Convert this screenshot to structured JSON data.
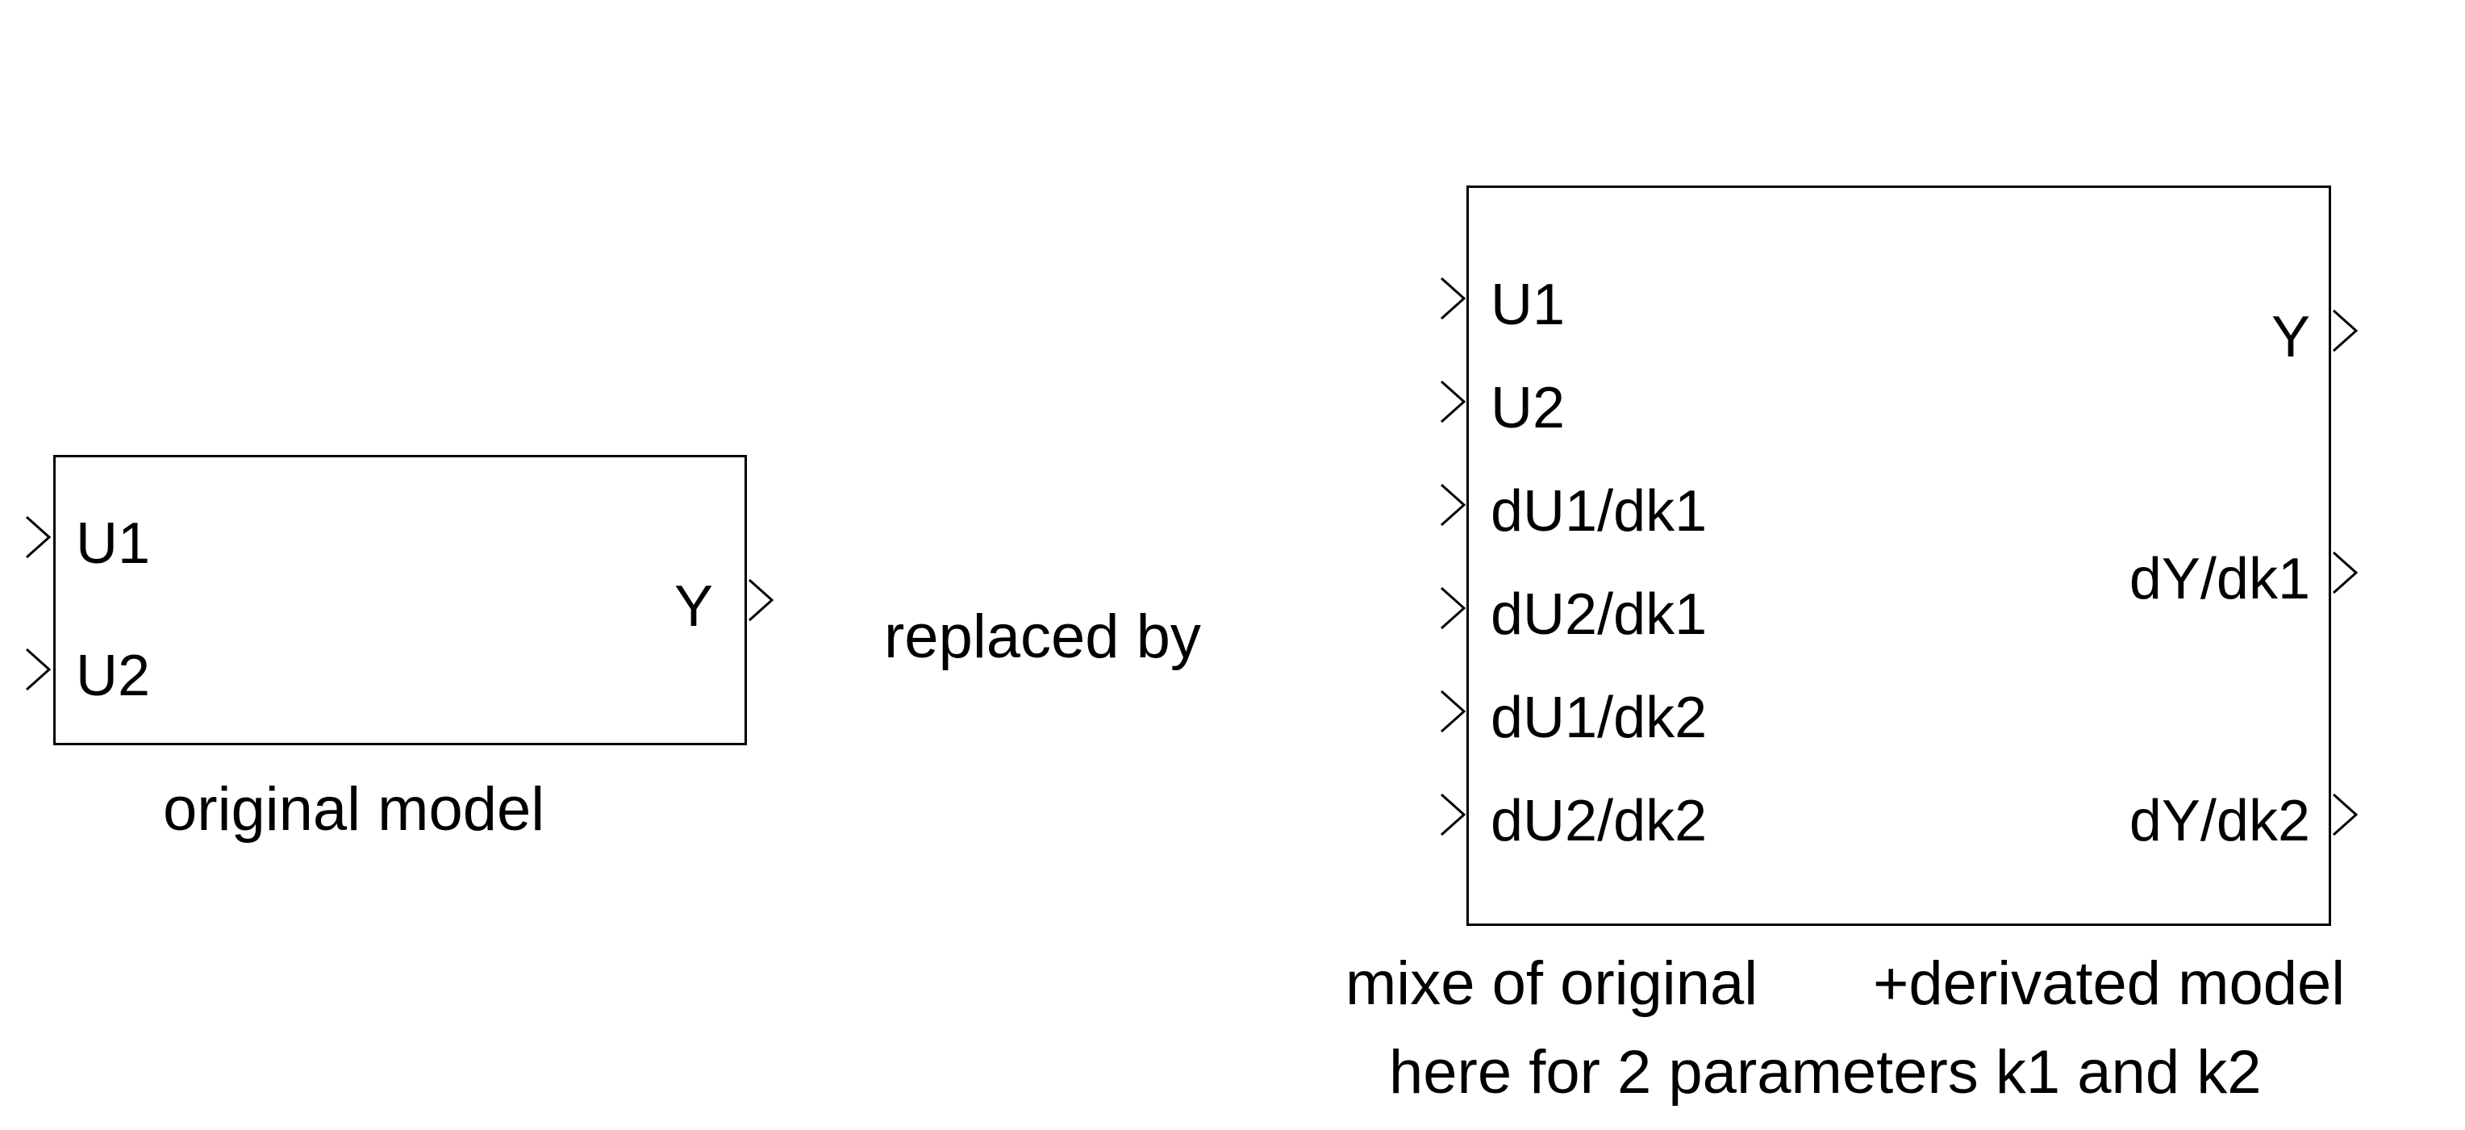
{
  "original_model": {
    "inputs": [
      "U1",
      "U2"
    ],
    "output": "Y",
    "caption": "original model"
  },
  "middle_text": "replaced by",
  "mixed_model": {
    "inputs": [
      "U1",
      "U2",
      "dU1/dk1",
      "dU2/dk1",
      "dU1/dk2",
      "dU2/dk2"
    ],
    "outputs": [
      "Y",
      "dY/dk1",
      "dY/dk2"
    ],
    "caption_line1_left": "mixe of original",
    "caption_line1_right": "+derivated model",
    "caption_line2": "here for 2 parameters k1 and k2"
  },
  "colors": {
    "stroke": "#000000",
    "background": "#ffffff"
  }
}
